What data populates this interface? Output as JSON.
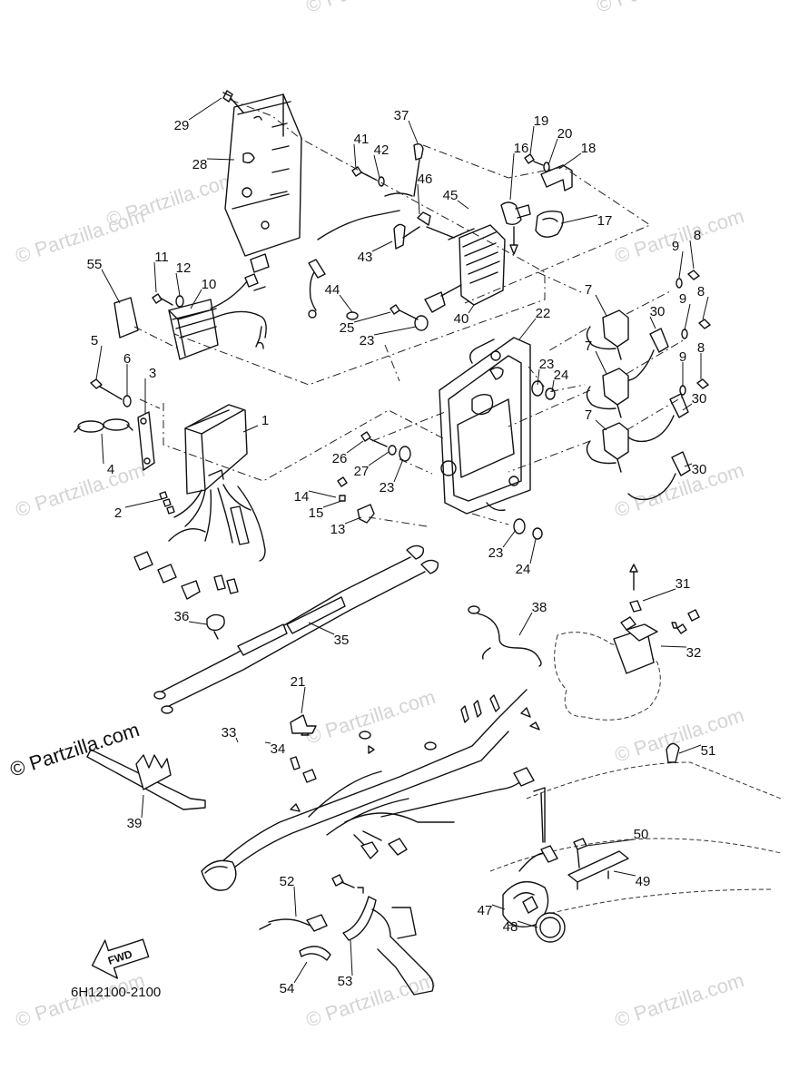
{
  "diagram": {
    "drawing_code": "6H12100-2100",
    "fwd_label": "FWD",
    "brand_mark": "© Partzilla.com",
    "watermark_text": "© Partzilla.com",
    "callouts": [
      "1",
      "2",
      "3",
      "4",
      "5",
      "6",
      "7",
      "8",
      "9",
      "10",
      "11",
      "12",
      "13",
      "14",
      "15",
      "16",
      "17",
      "18",
      "19",
      "20",
      "21",
      "22",
      "23",
      "24",
      "25",
      "26",
      "27",
      "28",
      "29",
      "30",
      "31",
      "32",
      "33",
      "34",
      "35",
      "36",
      "37",
      "38",
      "39",
      "40",
      "41",
      "42",
      "43",
      "44",
      "45",
      "46",
      "47",
      "48",
      "49",
      "50",
      "51",
      "52",
      "53",
      "54",
      "55"
    ]
  }
}
